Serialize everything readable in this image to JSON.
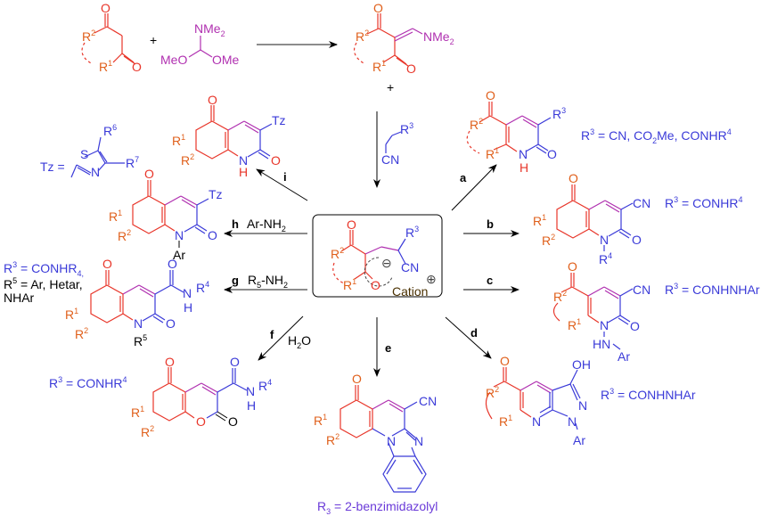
{
  "scheme": {
    "title": "Reactions of enaminone-derived ionic intermediate",
    "start": {
      "diketone_labels": {
        "r2": "R",
        "r2_sup": "2",
        "r1": "R",
        "r1_sup": "1",
        "o": "O"
      },
      "plus": "+",
      "dmfdma": {
        "nme2": "NMe",
        "nme2_sub": "2",
        "meo": "MeO",
        "ome": "OMe"
      }
    },
    "enaminone": {
      "nme2": "NMe",
      "nme2_sub": "2",
      "plus": "+"
    },
    "reagent_cyano": {
      "r3": "R",
      "r3_sup": "3",
      "cn": "CN"
    },
    "intermediate": {
      "r3": "R",
      "r3_sup": "3",
      "cn": "CN",
      "cation": "Cation",
      "minus": "⊖",
      "plus": "⊕"
    },
    "tz_definition": {
      "tz": "Tz =",
      "s": "S",
      "n": "N",
      "r6": "R",
      "r6_sup": "6",
      "r7": "R",
      "r7_sup": "7"
    },
    "routes": [
      {
        "label": "a",
        "reagent": "",
        "condition": "R³ = CN, CO₂Me, CONHR⁴"
      },
      {
        "label": "b",
        "reagent": "",
        "condition": "R³ = CONHR⁴"
      },
      {
        "label": "c",
        "reagent": "",
        "condition": "R³ = CONHNHAr"
      },
      {
        "label": "d",
        "reagent": "",
        "condition": "R³ = CONHNHAr"
      },
      {
        "label": "e",
        "reagent": "",
        "condition": "R₃ = 2-benzimidazolyl"
      },
      {
        "label": "f",
        "reagent": "H₂O",
        "condition": "R³ = CONHR⁴"
      },
      {
        "label": "g",
        "reagent": "R₅-NH₂",
        "condition": "R³ = CONHR₄, R⁵ = Ar, Hetar, NHAr"
      },
      {
        "label": "h",
        "reagent": "Ar-NH₂",
        "condition": ""
      },
      {
        "label": "i",
        "reagent": "",
        "condition": ""
      }
    ],
    "cond_text": {
      "a_pre": "R",
      "a_sup": "3",
      "a_post": " = CN, CO",
      "a_sub": "2",
      "a_post2": "Me, CONHR",
      "a_sup2": "4",
      "b_pre": "R",
      "b_sup": "3",
      "b_post": " = CONHR",
      "b_sup2": "4",
      "c_pre": "R",
      "c_sup": "3",
      "c_post": " = CONHNHAr",
      "d_pre": "R",
      "d_sup": "3",
      "d_post": " = CONHNHAr",
      "e_pre": "R",
      "e_sub": "3",
      "e_post": " = 2-benzimidazolyl",
      "f_pre": "R",
      "f_sup": "3",
      "f_post": " = CONHR",
      "f_sup2": "4",
      "g_l1_pre": "R",
      "g_l1_sup": "3",
      "g_l1_post": " = CONHR",
      "g_l1_sub": "4,",
      "g_l2_pre": "R",
      "g_l2_sup": "5",
      "g_l2_post": " = Ar, Hetar,",
      "g_l3": "NHAr",
      "g_reag_pre": "R",
      "g_reag_sub": "5",
      "g_reag_post": "-NH",
      "g_reag_sub2": "2",
      "h_reag_pre": "Ar-NH",
      "h_reag_sub": "2",
      "f_reag_pre": "H",
      "f_reag_sub": "2",
      "f_reag_post": "O"
    },
    "atoms": {
      "O": "O",
      "N": "N",
      "H": "H",
      "CN": "CN",
      "Tz": "Tz",
      "Ar": "Ar",
      "HN": "HN",
      "OH": "OH",
      "R": "R",
      "s1": "1",
      "s2": "2",
      "s4": "4",
      "s5": "5"
    }
  }
}
